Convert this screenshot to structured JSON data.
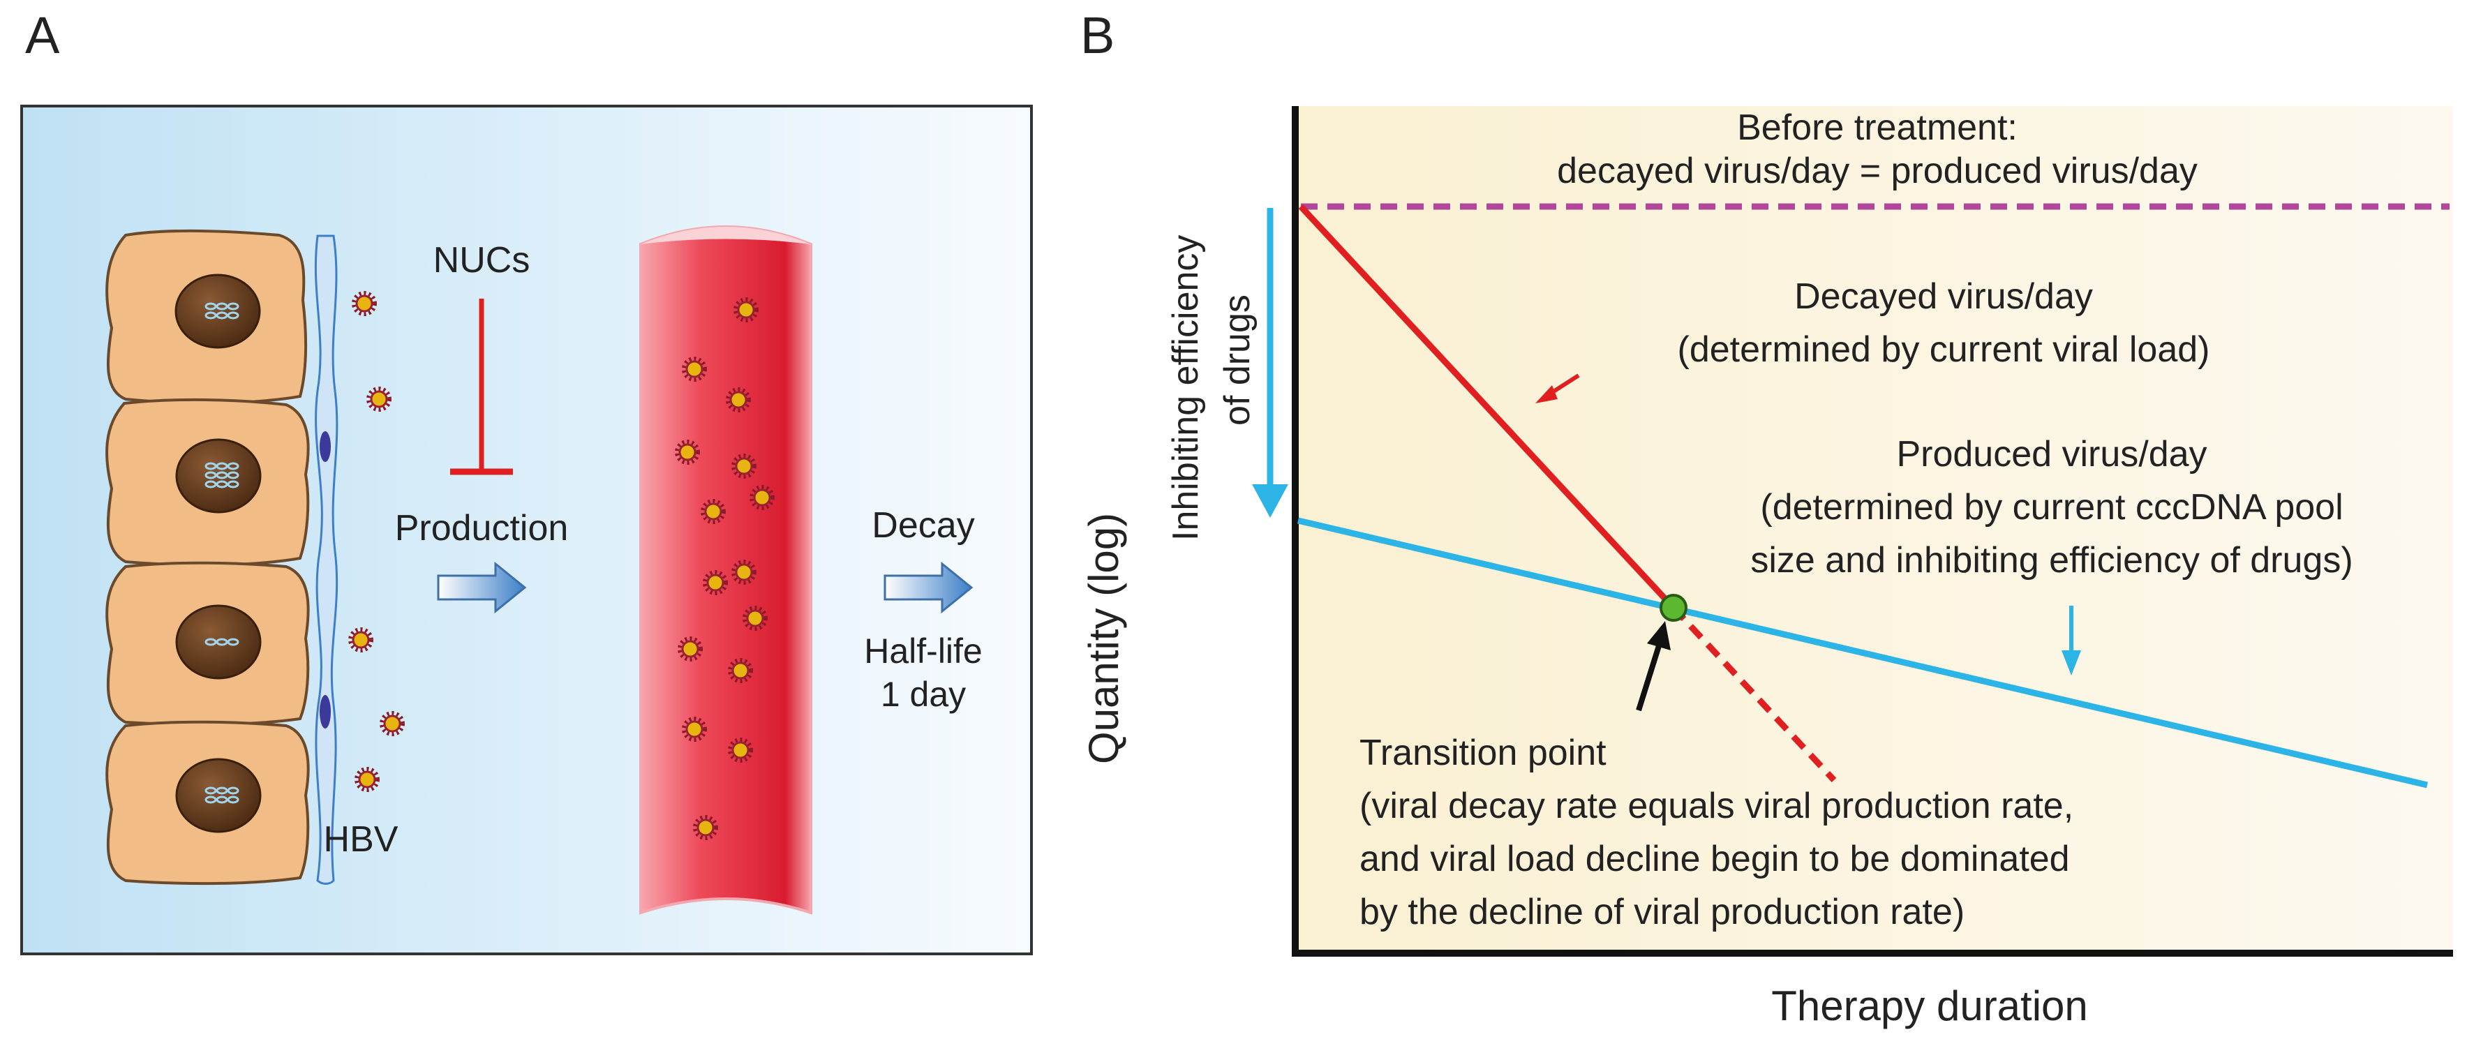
{
  "panel_a": {
    "label": "A",
    "nucs": "NUCs",
    "production": "Production",
    "decay": "Decay",
    "half_life_1": "Half-life",
    "half_life_2": "1 day",
    "hbv": "HBV"
  },
  "panel_b": {
    "label": "B",
    "before_treatment_1": "Before treatment:",
    "before_treatment_2": "decayed virus/day = produced virus/day",
    "decayed_1": "Decayed virus/day",
    "decayed_2": "(determined by current viral load)",
    "produced_1": "Produced virus/day",
    "produced_2": "(determined by current cccDNA pool",
    "produced_3": "size and inhibiting efficiency of drugs)",
    "transition_1": "Transition point",
    "transition_2": "(viral decay rate equals viral production rate,",
    "transition_3": "and viral load decline begin to be dominated",
    "transition_4": "by the decline of viral production rate)",
    "y_axis_label": "Quantity (log)",
    "inhibiting_1": "Inhibiting efficiency",
    "inhibiting_2": "of drugs",
    "x_axis_label": "Therapy duration"
  },
  "colors": {
    "panel_a_bg_left": "#bfe1f4",
    "panel_b_bg": "#fbf2dc",
    "red_line": "#e02020",
    "blue_line": "#2cb4e6",
    "purple_dashed": "#b0479b",
    "green_point": "#5cb82e",
    "cell_fill": "#f2bc86",
    "vessel_red": "#e8283c",
    "virion": "#e8b410"
  }
}
